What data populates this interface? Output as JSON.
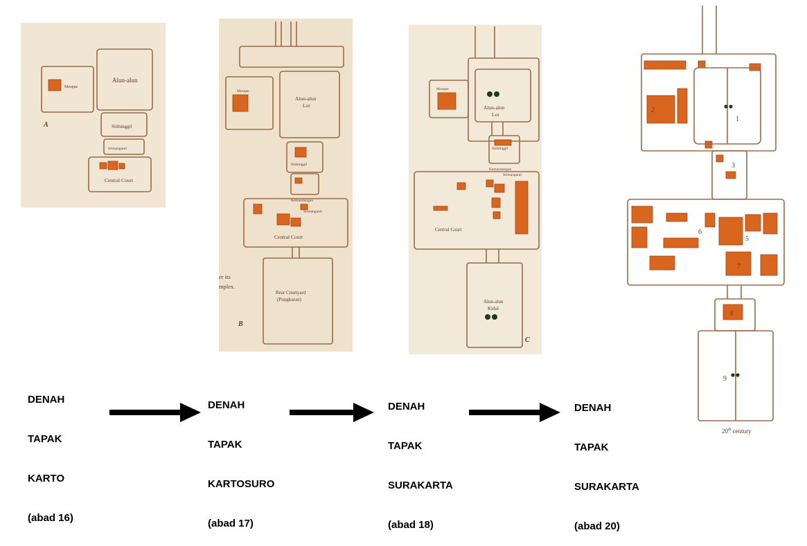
{
  "plans": [
    {
      "id": "karto",
      "letter": "A",
      "labels": {
        "mosque": "Mosque",
        "alun": "Alun-alun",
        "siti": "Sitihinggil",
        "srim": "Srimanganti",
        "central": "Central Court"
      }
    },
    {
      "id": "kartosuro",
      "letter": "B",
      "labels": {
        "mosque": "Mosque",
        "alun1": "Alun-alun",
        "alun2": "Lor",
        "siti": "Sitihinggil",
        "kem": "Kemandungan",
        "srim": "Srimanganti",
        "central": "Central Court",
        "rear1": "Rear Courtyard",
        "rear2": "(Pungkuran)",
        "frag1": "er its",
        "frag2": "mplex."
      }
    },
    {
      "id": "surakarta18",
      "letter": "C",
      "labels": {
        "mosque": "Mosque",
        "alun1": "Alun-alun",
        "alun2": "Lor",
        "siti": "Sitihinggil",
        "kem": "Kemandungan",
        "srim": "Srimanganti",
        "central": "Central Court",
        "kidul1": "Alun-alun",
        "kidul2": "Kidul"
      }
    },
    {
      "id": "surakarta20",
      "numbers": [
        "1",
        "2",
        "3",
        "5",
        "6",
        "7",
        "8",
        "9"
      ],
      "century": "20",
      "century_sup": "th",
      "century_word": "century"
    }
  ],
  "captions": [
    {
      "lines": [
        "DENAH",
        "TAPAK",
        "KARTO",
        "(abad 16)"
      ]
    },
    {
      "lines": [
        "DENAH",
        "TAPAK",
        "KARTOSURO",
        "(abad 17)"
      ]
    },
    {
      "lines": [
        "DENAH",
        "TAPAK",
        "SURAKARTA",
        "(abad 18)"
      ]
    },
    {
      "lines": [
        "DENAH",
        "TAPAK",
        "SURAKARTA",
        "(abad 20)"
      ]
    }
  ],
  "colors": {
    "paper": "#f1e6d3",
    "paper_dark": "#e8dcc6",
    "outline": "#9a6a4a",
    "building": "#d9661e",
    "tree": "#1f3a22",
    "arrow": "#000000"
  }
}
